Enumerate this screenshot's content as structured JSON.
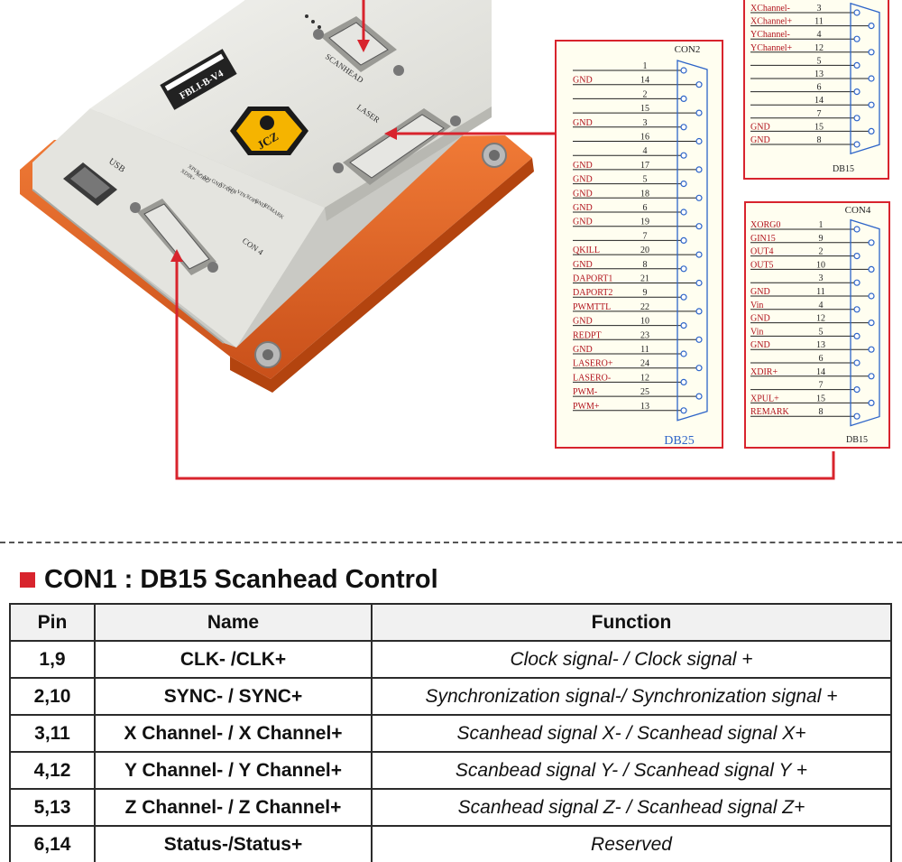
{
  "photo": {
    "labels": {
      "usb": "USB",
      "scanhead": "SCANHEAD",
      "laser": "LASER",
      "con4": "CON 4",
      "sticker": "FBLI-B-V4",
      "logo": "JCZ",
      "silk_signals": [
        "XDIR+",
        "XPUL+",
        "XORG",
        "SPI",
        "GND",
        "STATU",
        "GIN",
        "VIN",
        "XOFF",
        "GND",
        "REMARK"
      ]
    }
  },
  "con3_panel": {
    "pins": [
      {
        "label": "XChannel-",
        "num": "3"
      },
      {
        "label": "XChannel+",
        "num": "11"
      },
      {
        "label": "YChannel-",
        "num": "4"
      },
      {
        "label": "YChannel+",
        "num": "12"
      },
      {
        "label": "",
        "num": "5"
      },
      {
        "label": "",
        "num": "13"
      },
      {
        "label": "",
        "num": "6"
      },
      {
        "label": "",
        "num": "14"
      },
      {
        "label": "",
        "num": "7"
      },
      {
        "label": "GND",
        "num": "15"
      },
      {
        "label": "GND",
        "num": "8"
      }
    ],
    "connector": "DB15"
  },
  "con2_panel": {
    "title": "CON2",
    "connector": "DB25",
    "pins": [
      {
        "label": "",
        "num": "1"
      },
      {
        "label": "GND",
        "num": "14"
      },
      {
        "label": "",
        "num": "2"
      },
      {
        "label": "",
        "num": "15"
      },
      {
        "label": "GND",
        "num": "3"
      },
      {
        "label": "",
        "num": "16"
      },
      {
        "label": "",
        "num": "4"
      },
      {
        "label": "GND",
        "num": "17"
      },
      {
        "label": "GND",
        "num": "5"
      },
      {
        "label": "GND",
        "num": "18"
      },
      {
        "label": "GND",
        "num": "6"
      },
      {
        "label": "GND",
        "num": "19"
      },
      {
        "label": "",
        "num": "7"
      },
      {
        "label": "QKILL",
        "num": "20"
      },
      {
        "label": "GND",
        "num": "8"
      },
      {
        "label": "DAPORT1",
        "num": "21"
      },
      {
        "label": "DAPORT2",
        "num": "9"
      },
      {
        "label": "PWMTTL",
        "num": "22"
      },
      {
        "label": "GND",
        "num": "10"
      },
      {
        "label": "REDPT",
        "num": "23"
      },
      {
        "label": "GND",
        "num": "11"
      },
      {
        "label": "LASERO+",
        "num": "24"
      },
      {
        "label": "LASERO-",
        "num": "12"
      },
      {
        "label": "PWM-",
        "num": "25"
      },
      {
        "label": "PWM+",
        "num": "13"
      }
    ]
  },
  "con4_panel": {
    "title": "CON4",
    "connector": "DB15",
    "pins": [
      {
        "label": "XORG0",
        "num": "1"
      },
      {
        "label": "GIN15",
        "num": "9"
      },
      {
        "label": "OUT4",
        "num": "2"
      },
      {
        "label": "OUT5",
        "num": "10"
      },
      {
        "label": "",
        "num": "3"
      },
      {
        "label": "GND",
        "num": "11"
      },
      {
        "label": "Vin",
        "num": "4"
      },
      {
        "label": "GND",
        "num": "12"
      },
      {
        "label": "Vin",
        "num": "5"
      },
      {
        "label": "GND",
        "num": "13"
      },
      {
        "label": "",
        "num": "6"
      },
      {
        "label": "XDIR+",
        "num": "14"
      },
      {
        "label": "",
        "num": "7"
      },
      {
        "label": "XPUL+",
        "num": "15"
      },
      {
        "label": "REMARK",
        "num": "8"
      }
    ]
  },
  "section": {
    "title": "CON1 : DB15 Scanhead Control"
  },
  "table": {
    "headers": [
      "Pin",
      "Name",
      "Function"
    ],
    "rows": [
      {
        "pin": "1,9",
        "name": "CLK- /CLK+",
        "function": "Clock signal- / Clock signal +"
      },
      {
        "pin": "2,10",
        "name": "SYNC- / SYNC+",
        "function": "Synchronization signal-/ Synchronization signal +"
      },
      {
        "pin": "3,11",
        "name": "X Channel- / X Channel+",
        "function": "Scanhead signal X- / Scanhead signal X+"
      },
      {
        "pin": "4,12",
        "name": "Y Channel- / Y Channel+",
        "function": "Scanbead signal Y- / Scanhead signal Y +"
      },
      {
        "pin": "5,13",
        "name": "Z Channel- / Z Channel+",
        "function": "Scanhead signal Z- / Scanhead signal Z+"
      },
      {
        "pin": "6,14",
        "name": "Status-/Status+",
        "function": "Reserved"
      }
    ]
  },
  "colors": {
    "accent_red": "#d8242d",
    "board_orange": "#e8692a",
    "case_grey": "#dcdcd8"
  }
}
